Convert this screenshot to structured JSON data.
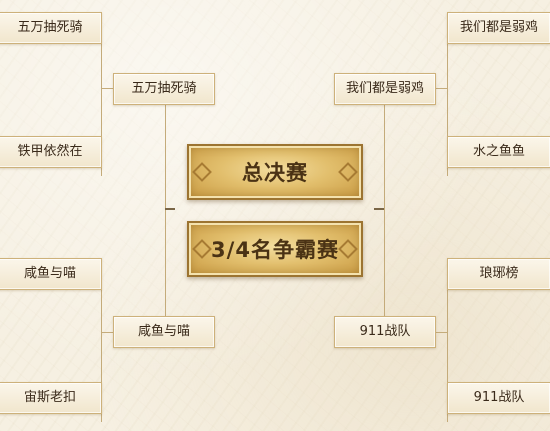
{
  "left": {
    "round1": [
      "五万抽死骑",
      "铁甲依然在",
      "咸鱼与喵",
      "宙斯老扣"
    ],
    "round2": [
      "五万抽死骑",
      "咸鱼与喵"
    ]
  },
  "right": {
    "round1": [
      "我们都是弱鸡",
      "水之鱼鱼",
      "琅琊榜",
      "911战队"
    ],
    "round2": [
      "我们都是弱鸡",
      "911战队"
    ]
  },
  "center": {
    "final_label": "总决赛",
    "third_place_label": "3/4名争霸赛"
  }
}
